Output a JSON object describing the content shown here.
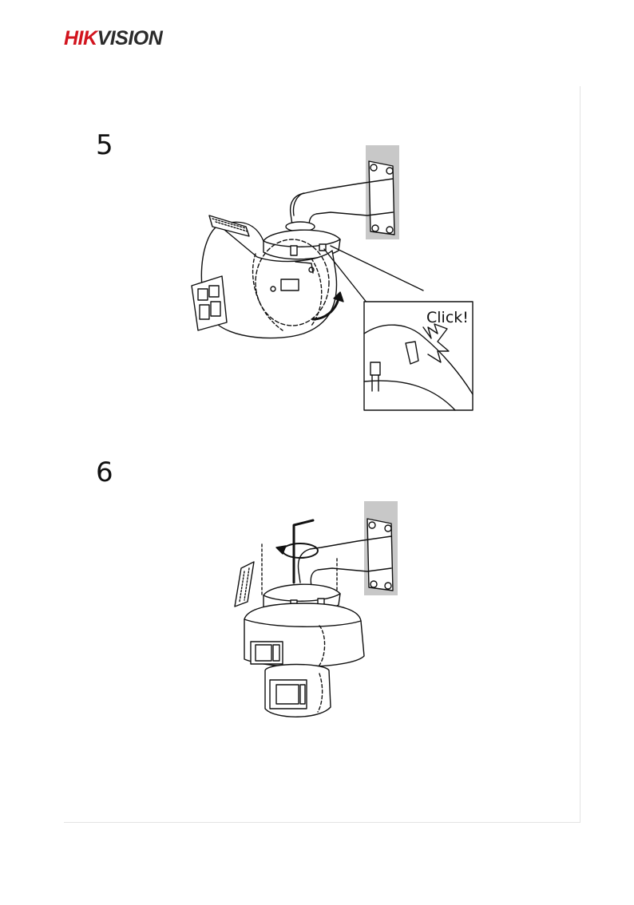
{
  "header": {
    "logo_part1": "HIK",
    "logo_part2": "VISION",
    "brand_colors": {
      "red": "#d2141e",
      "gray": "#2b2b2b"
    }
  },
  "steps": [
    {
      "number": "5",
      "callout_text": "Click!",
      "icon": "camera-mount-clockwise-rotation-illustration"
    },
    {
      "number": "6",
      "icon": "tighten-screw-hex-key-illustration"
    }
  ]
}
